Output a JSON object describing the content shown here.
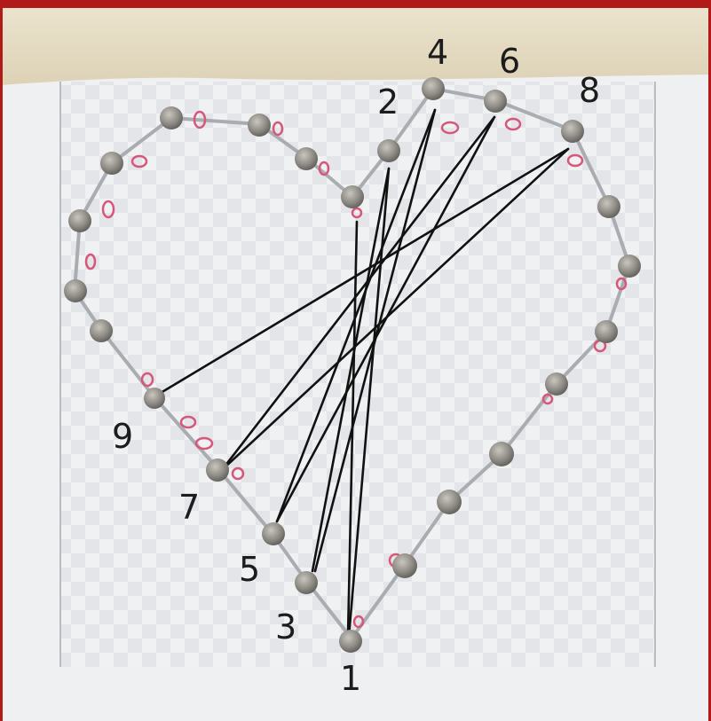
{
  "image": {
    "subject": "string-art heart with numbered nails",
    "border_color": "#b21a1a",
    "tape_color": "#e6dcc4",
    "paper_color": "#f3f4f5",
    "outline_color": "#a9adb2",
    "thread_color": "#111111",
    "nail_color": "#8d8a84"
  },
  "labels": [
    {
      "id": "1",
      "text": "1"
    },
    {
      "id": "2",
      "text": "2"
    },
    {
      "id": "3",
      "text": "3"
    },
    {
      "id": "4",
      "text": "4"
    },
    {
      "id": "5",
      "text": "5"
    },
    {
      "id": "6",
      "text": "6"
    },
    {
      "id": "7",
      "text": "7"
    },
    {
      "id": "8",
      "text": "8"
    },
    {
      "id": "9",
      "text": "9"
    }
  ]
}
